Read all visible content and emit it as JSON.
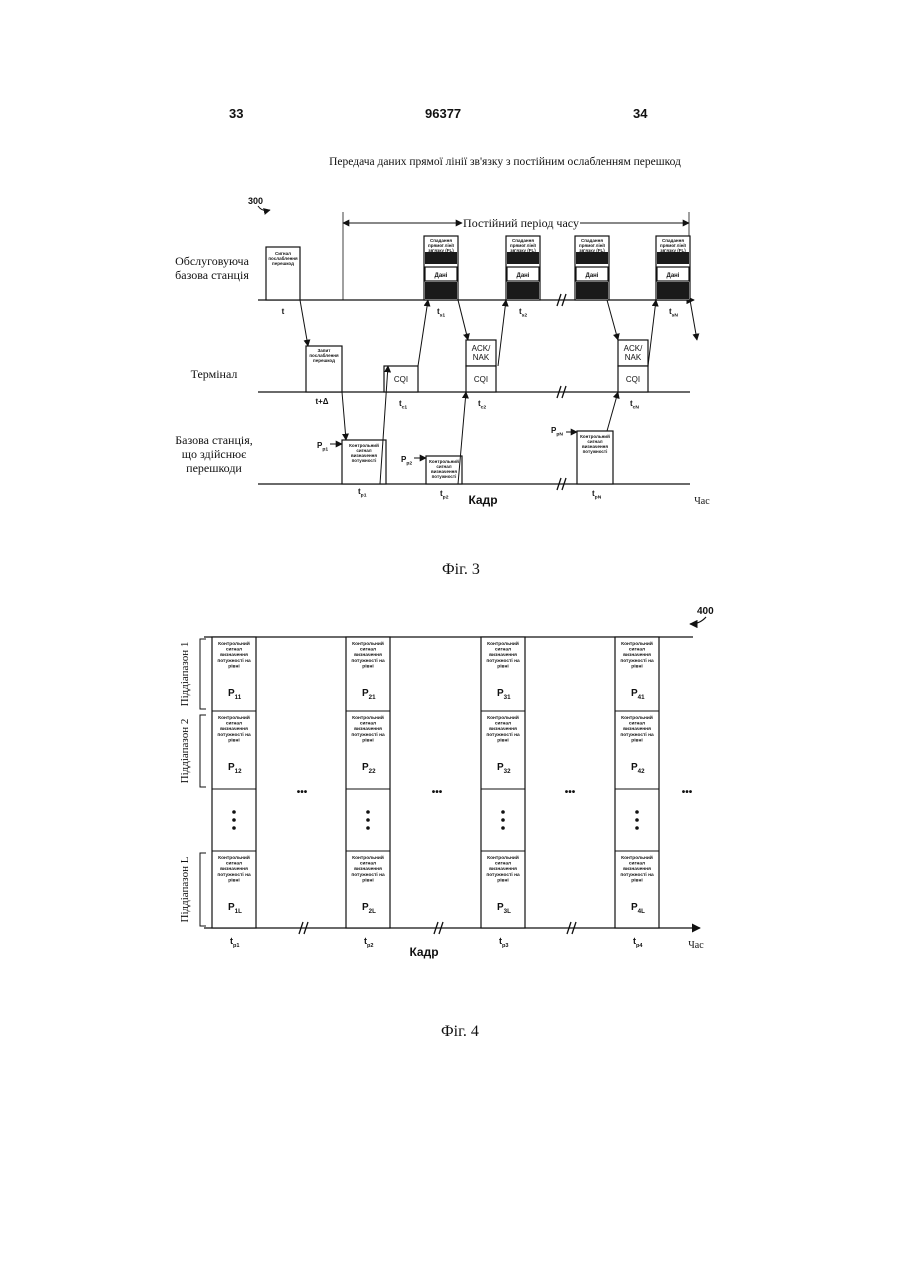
{
  "header": {
    "page_left": "33",
    "patent_number": "96377",
    "page_right": "34"
  },
  "fig3": {
    "title": "Передача даних прямої лінії зв'язку з постійним ослабленням перешкод",
    "ref_number": "300",
    "period_label": "Постійний період часу",
    "rows": {
      "serving_bs": [
        "Обслуговуюча",
        "базова станція"
      ],
      "terminal": "Термінал",
      "interfering_bs": [
        "Базова станція,",
        "що здійснює",
        "перешкоди"
      ]
    },
    "serving_blocks": {
      "first": [
        "Сигнал",
        "послаблення",
        "перешкод"
      ],
      "grant": [
        "Спадання",
        "прямої лінії",
        "зв'язку (FL)"
      ],
      "data": "Дані"
    },
    "terminal_blocks": {
      "request": [
        "Запит",
        "послаблення",
        "перешкод"
      ],
      "cqi": "CQI",
      "ack": [
        "ACK/",
        "NAK"
      ]
    },
    "interferer_block": [
      "Контрольний",
      "сигнал",
      "визначення",
      "потужності"
    ],
    "time_labels": {
      "serving": [
        "t",
        "ts1",
        "ts2",
        "tsN"
      ],
      "terminal": [
        "t+Δ",
        "tc1",
        "tc2",
        "tcN"
      ],
      "interferer": [
        "tp1",
        "tp2",
        "tpN"
      ]
    },
    "power_labels": [
      "Pp1",
      "Pp2",
      "PpN"
    ],
    "frame_label": "Кадр",
    "time_label": "Час",
    "caption": "Фіг. 3"
  },
  "fig4": {
    "ref_number": "400",
    "subbands": [
      "Піддіапазон 1",
      "Піддіапазон 2",
      "Піддіапазон L"
    ],
    "cell_text": [
      "Контрольний",
      "сигнал",
      "визначення",
      "потужності на",
      "рівні"
    ],
    "power_labels": [
      [
        "P11",
        "P12",
        "P1L"
      ],
      [
        "P21",
        "P22",
        "P2L"
      ],
      [
        "P31",
        "P32",
        "P3L"
      ],
      [
        "P41",
        "P42",
        "P4L"
      ]
    ],
    "time_labels": [
      "tp1",
      "tp2",
      "tp3",
      "tp4"
    ],
    "ellipsis": "•••",
    "frame_label": "Кадр",
    "time_label": "Час",
    "caption": "Фіг. 4"
  }
}
